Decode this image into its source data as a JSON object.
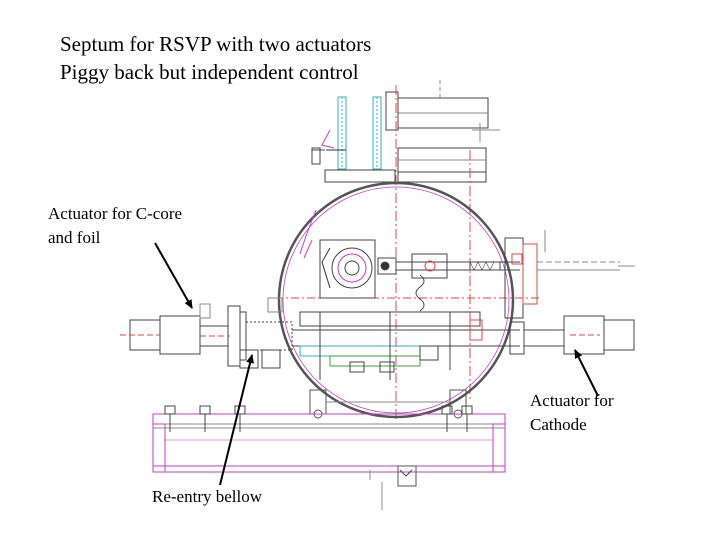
{
  "title": {
    "line1": "Septum for RSVP with two actuators",
    "line2": "Piggy back but independent control"
  },
  "labels": {
    "ccore_line1": "Actuator for C-core",
    "ccore_line2": "and foil",
    "cathode_line1": "Actuator for",
    "cathode_line2": "Cathode",
    "bellow": "Re-entry bellow"
  },
  "colors": {
    "drawing_line": "#333333",
    "accent_red": "#d84848",
    "accent_magenta": "#c040c0",
    "accent_cyan": "#30b0c0",
    "accent_green": "#40a040"
  }
}
